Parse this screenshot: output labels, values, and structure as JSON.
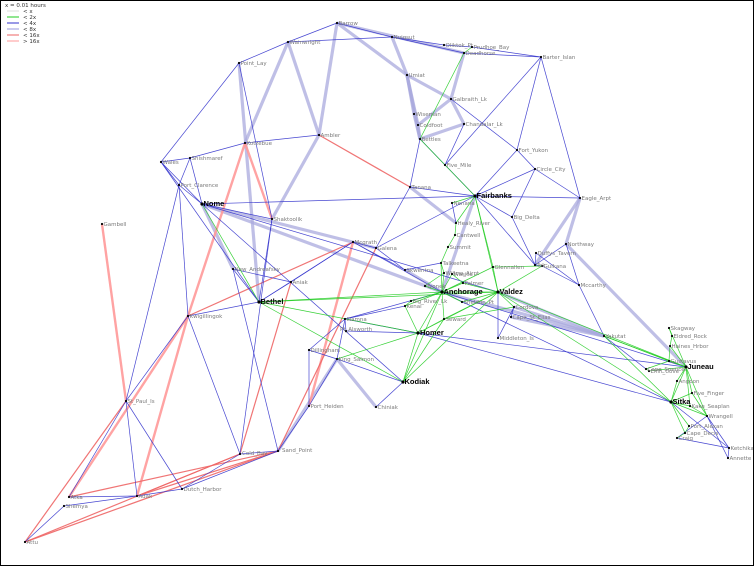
{
  "legend": {
    "title": "x = 0.01 hours",
    "entries": [
      {
        "label": "< x",
        "color": "#dddddd"
      },
      {
        "label": "< 2x",
        "color": "#22cc22"
      },
      {
        "label": "< 4x",
        "color": "#3333cc"
      },
      {
        "label": "< 8x",
        "color": "#9999dd"
      },
      {
        "label": "< 16x",
        "color": "#ee6666"
      },
      {
        "label": "> 16x",
        "color": "#ff9999"
      }
    ]
  },
  "colors": {
    "blue": "#3333cc",
    "heavy_blue": "#aaaadd",
    "green": "#22cc22",
    "red": "#ee6666",
    "pink": "#ff9999"
  },
  "nodes": [
    {
      "id": "barrow",
      "label": "Barrow"
    },
    {
      "id": "wainwright",
      "label": "Wainwright"
    },
    {
      "id": "point_lay",
      "label": "Point_Lay"
    },
    {
      "id": "kotzebue",
      "label": "Kotzebue"
    },
    {
      "id": "ambler",
      "label": "Ambler"
    },
    {
      "id": "wales",
      "label": "Wales"
    },
    {
      "id": "shishmaref",
      "label": "Shishmaref"
    },
    {
      "id": "port_clarence",
      "label": "Port_Clarence"
    },
    {
      "id": "nome",
      "label": "Nome",
      "hub": true
    },
    {
      "id": "shaktoolik",
      "label": "Shaktoolik"
    },
    {
      "id": "gambell",
      "label": "Gambell"
    },
    {
      "id": "new_andreafsky",
      "label": "New_Andreafsky"
    },
    {
      "id": "aniak",
      "label": "Aniak"
    },
    {
      "id": "bethel",
      "label": "Bethel",
      "hub": true
    },
    {
      "id": "mcgrath",
      "label": "Mcgrath"
    },
    {
      "id": "galena",
      "label": "Galena"
    },
    {
      "id": "kwigillingok",
      "label": "Kwigillingok"
    },
    {
      "id": "st_paul",
      "label": "St_Paul_Is"
    },
    {
      "id": "atka",
      "label": "Atka"
    },
    {
      "id": "shemya",
      "label": "Shemya"
    },
    {
      "id": "dillingham",
      "label": "Dillingham"
    },
    {
      "id": "king_salmon",
      "label": "King_Salmon"
    },
    {
      "id": "port_heiden",
      "label": "Port_Heiden"
    },
    {
      "id": "cold_bay",
      "label": "Cold_Bay"
    },
    {
      "id": "sand_point",
      "label": "Sand_Point"
    },
    {
      "id": "dutch_harbor",
      "label": "Dutch_Harbor"
    },
    {
      "id": "adak",
      "label": "Adak"
    },
    {
      "id": "attu",
      "label": "Attu"
    },
    {
      "id": "iliamna",
      "label": "Iliamna"
    },
    {
      "id": "port_alsworth",
      "label": "Pt_Alsworth"
    },
    {
      "id": "homer",
      "label": "Homer",
      "hub": true
    },
    {
      "id": "kodiak",
      "label": "Kodiak",
      "hub": true
    },
    {
      "id": "chiniak",
      "label": "Chiniak"
    },
    {
      "id": "kenai",
      "label": "Kenai"
    },
    {
      "id": "seward",
      "label": "Seward"
    },
    {
      "id": "anchorage",
      "label": "Anchorage",
      "hub": true
    },
    {
      "id": "big_river",
      "label": "Big_River_Lk"
    },
    {
      "id": "tyonek",
      "label": "Tyonek"
    },
    {
      "id": "talkeetna",
      "label": "Talkeetna"
    },
    {
      "id": "skwentna",
      "label": "Skwentna"
    },
    {
      "id": "willow",
      "label": "Willow_Airpt"
    },
    {
      "id": "palmer",
      "label": "Palmer"
    },
    {
      "id": "wasilla",
      "label": "Wasilla"
    },
    {
      "id": "sheldon",
      "label": "Sheldon_Pt"
    },
    {
      "id": "valdez",
      "label": "Valdez",
      "hub": true
    },
    {
      "id": "glennallen",
      "label": "Glennallen"
    },
    {
      "id": "cordova",
      "label": "Cordova"
    },
    {
      "id": "cape_st_elias",
      "label": "Cape_St_Elias"
    },
    {
      "id": "middleton",
      "label": "Middleton_Is"
    },
    {
      "id": "gulkana",
      "label": "Gulkana"
    },
    {
      "id": "fairbanks",
      "label": "Fairbanks",
      "hub": true
    },
    {
      "id": "nenana",
      "label": "Nenana"
    },
    {
      "id": "tanana",
      "label": "Tanana"
    },
    {
      "id": "five_mile",
      "label": "Five_Mile"
    },
    {
      "id": "bettles",
      "label": "Bettles"
    },
    {
      "id": "wiseman",
      "label": "Wiseman"
    },
    {
      "id": "coldfoot",
      "label": "Coldfoot"
    },
    {
      "id": "chandalar",
      "label": "Chandalar_Lk"
    },
    {
      "id": "galbraith",
      "label": "Galbraith_Lk"
    },
    {
      "id": "umiat",
      "label": "Umiat"
    },
    {
      "id": "deadhorse",
      "label": "Deadhorse"
    },
    {
      "id": "oliktok",
      "label": "Oliktok_Pt"
    },
    {
      "id": "prudhoe",
      "label": "Prudhoe_Bay"
    },
    {
      "id": "nuiqsut",
      "label": "Nuiqsut"
    },
    {
      "id": "barter",
      "label": "Barter_Islan"
    },
    {
      "id": "fort_yukon",
      "label": "Fort_Yukon"
    },
    {
      "id": "circle",
      "label": "Circle_City"
    },
    {
      "id": "eagle",
      "label": "Eagle_Arpt"
    },
    {
      "id": "big_delta",
      "label": "Big_Delta"
    },
    {
      "id": "healy",
      "label": "Healy_River"
    },
    {
      "id": "cantwell",
      "label": "Cantwell"
    },
    {
      "id": "summit",
      "label": "Summit"
    },
    {
      "id": "northway",
      "label": "Northway"
    },
    {
      "id": "tok",
      "label": "Tok"
    },
    {
      "id": "duffys",
      "label": "Duffys_Tavern"
    },
    {
      "id": "mccarthy",
      "label": "Mccarthy"
    },
    {
      "id": "yakutat",
      "label": "Yakutat"
    },
    {
      "id": "skagway",
      "label": "Skagway"
    },
    {
      "id": "eldred",
      "label": "Eldred_Rock"
    },
    {
      "id": "haines",
      "label": "Haines_Hrbor"
    },
    {
      "id": "gustavus",
      "label": "Gustavus"
    },
    {
      "id": "juneau",
      "label": "Juneau",
      "hub": true
    },
    {
      "id": "elfin_cove",
      "label": "Elfin_Cove"
    },
    {
      "id": "cape_spencer",
      "label": "Cape_Spencer"
    },
    {
      "id": "angoon",
      "label": "Angoon"
    },
    {
      "id": "sitka",
      "label": "Sitka",
      "hub": true
    },
    {
      "id": "five_finger",
      "label": "Five_Finger"
    },
    {
      "id": "kake",
      "label": "Kake_Seaplan"
    },
    {
      "id": "wrangell",
      "label": "Wrangell"
    },
    {
      "id": "port_alexander",
      "label": "Port_Alexan"
    },
    {
      "id": "cape_decis",
      "label": "Cape_Decis"
    },
    {
      "id": "craig",
      "label": "Craig"
    },
    {
      "id": "ketchikan",
      "label": "Ketchikan"
    },
    {
      "id": "annette",
      "label": "Annette"
    }
  ]
}
